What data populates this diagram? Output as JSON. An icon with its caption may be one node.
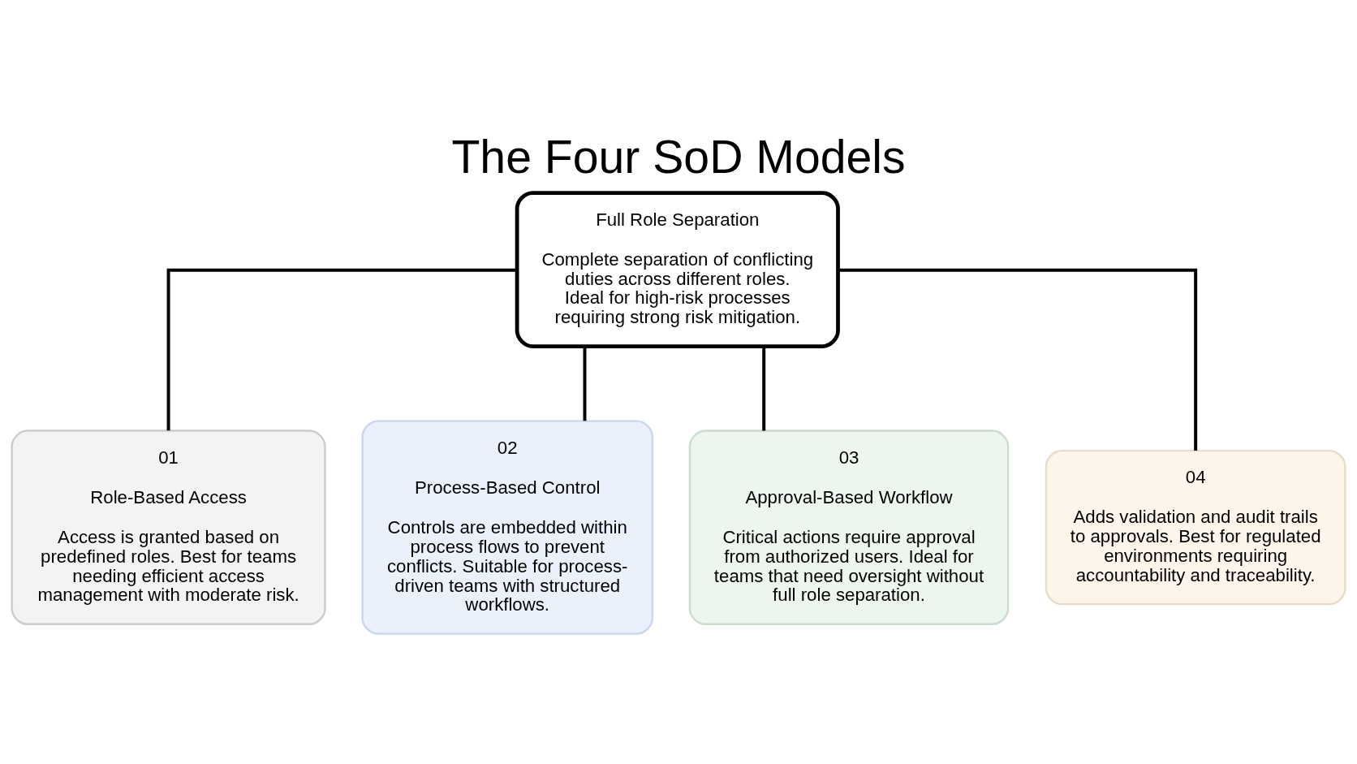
{
  "diagram": {
    "title": "The Four SoD Models",
    "nodes": [
      {
        "text": [
          "Full Role Separation",
          "Complete separation of conflicting duties across different roles. Ideal for high-risk processes requiring strong risk mitigation."
        ]
      },
      {
        "text": [
          "01",
          "Role-Based Access",
          "Access is granted based on predefined roles. Best for teams needing efficient access management with moderate risk."
        ]
      },
      {
        "text": [
          "02",
          "Process-Based Control",
          "Controls are embedded within process flows to prevent conflicts. Suitable for process-driven teams with structured workflows."
        ]
      },
      {
        "text": [
          "03",
          "Approval-Based Workflow",
          "Critical actions require approval from authorized users. Ideal for teams that need oversight without full role separation."
        ]
      },
      {
        "text": [
          "04",
          "Adds validation and audit trails to approvals. Best for regulated environments requiring accountability and traceability."
        ]
      }
    ],
    "edges": [
      {
        "from": 0,
        "to": 1,
        "arrow": "none"
      },
      {
        "from": 0,
        "to": 2,
        "arrow": "none"
      },
      {
        "from": 0,
        "to": 3,
        "arrow": "none"
      },
      {
        "from": 0,
        "to": 4,
        "arrow": "none"
      }
    ]
  }
}
